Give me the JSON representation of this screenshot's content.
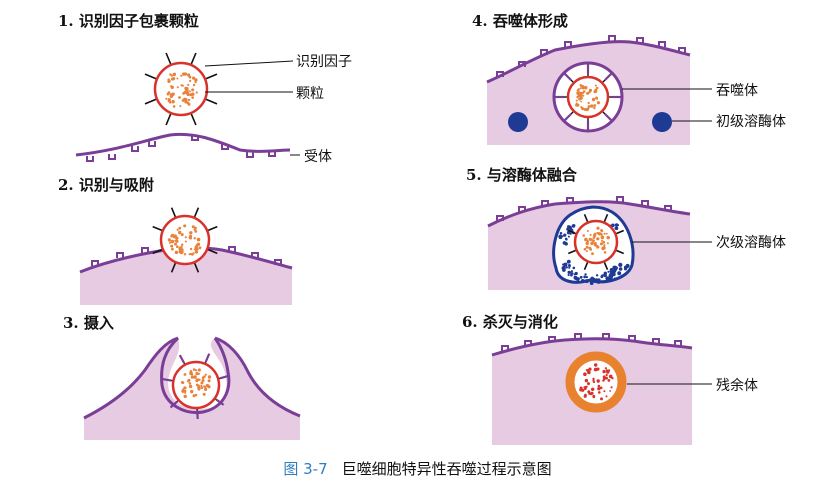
{
  "steps": [
    {
      "title": "1. 识别因子包裹颗粒",
      "labels": [
        "识别因子",
        "颗粒",
        "受体"
      ]
    },
    {
      "title": "2. 识别与吸附",
      "labels": []
    },
    {
      "title": "3. 摄入",
      "labels": []
    },
    {
      "title": "4. 吞噬体形成",
      "labels": [
        "吞噬体",
        "初级溶酶体"
      ]
    },
    {
      "title": "5. 与溶酶体融合",
      "labels": [
        "次级溶酶体"
      ]
    },
    {
      "title": "6. 杀灭与消化",
      "labels": [
        "残余体"
      ]
    }
  ],
  "caption": {
    "number": "图 3-7",
    "text": "巨噬细胞特异性吞噬过程示意图"
  },
  "colors": {
    "cell_fill": "#e6cbe3",
    "membrane": "#7a3e96",
    "particle_ring": "#d8322b",
    "particle_dots": "#e8823a",
    "lysosome": "#1f3a94",
    "residual_ring": "#e8822f",
    "residual_dots": "#d8322b",
    "caption_number": "#2e7fc1"
  },
  "icons": [
    "particle-icon",
    "receptor-icon",
    "lysosome-icon"
  ]
}
